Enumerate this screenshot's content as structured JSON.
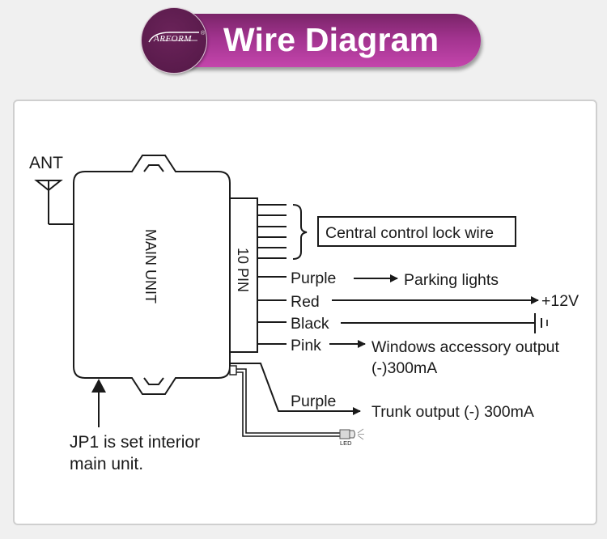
{
  "banner": {
    "title": "Wire Diagram",
    "logo_text": "ARFORM",
    "logo_registered": "®",
    "colors": {
      "pill_top": "#7a2468",
      "pill_bottom": "#c445ac",
      "logo_circle": "#5a1b4c"
    }
  },
  "diagram": {
    "antenna_label": "ANT",
    "main_unit_label": "MAIN UNIT",
    "connector_label": "10 PIN",
    "lock_wire_count": 6,
    "lock_wire_box_label": "Central control lock wire",
    "wires": [
      {
        "color_name": "Purple",
        "target": "Parking lights"
      },
      {
        "color_name": "Red",
        "target": "+12V"
      },
      {
        "color_name": "Black",
        "target": "ground"
      },
      {
        "color_name": "Pink",
        "target": "Windows accessory output",
        "target_line2": "(-)300mA"
      }
    ],
    "trunk_wire": {
      "color_name": "Purple",
      "target": "Trunk output (-) 300mA"
    },
    "led_label": "LED",
    "jp1_note_line1": "JP1 is set interior",
    "jp1_note_line2": "main unit."
  }
}
